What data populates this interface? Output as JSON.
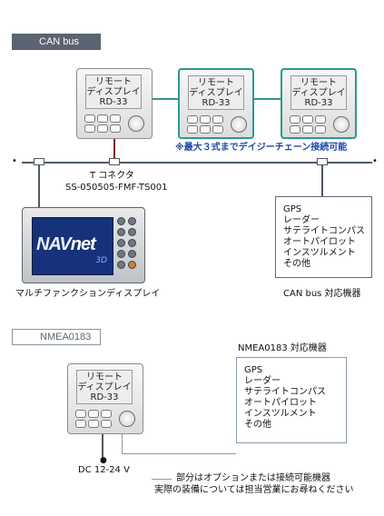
{
  "sections": {
    "can_bus_tab": "CAN bus",
    "nmea_tab": "NMEA0183"
  },
  "device_label": [
    "リモート",
    "ディスプレイ",
    "RD-33"
  ],
  "daisy_chain_note": "※最大３式までデイジーチェーン接続可能",
  "t_connector": {
    "title": "T コネクタ",
    "part": "SS-050505-FMF-TS001"
  },
  "mfd": {
    "logo_nav": "NAV",
    "logo_net": "net",
    "logo_3d": "3D",
    "caption": "マルチファンクションディスプレイ"
  },
  "can_devices": {
    "items": [
      "GPS",
      "レーダー",
      "サテライトコンパス",
      "オートパイロット",
      "インスツルメント",
      "その他"
    ],
    "caption": "CAN bus 対応機器"
  },
  "nmea_devices": {
    "title": "NMEA0183 対応機器",
    "items": [
      "GPS",
      "レーダー",
      "サテライトコンパス",
      "オートパイロット",
      "インスツルメント",
      "その他"
    ]
  },
  "power": "DC 12-24 V",
  "legend": {
    "line1": "部分はオプションまたは接続可能機器",
    "line2": "実際の装備については担当営業にお尋ねください"
  },
  "colors": {
    "tab_bg": "#5a6472",
    "option_frame": "#2a9a8c",
    "mfd_screen": "#15327a",
    "bus_line": "#4e5966"
  }
}
